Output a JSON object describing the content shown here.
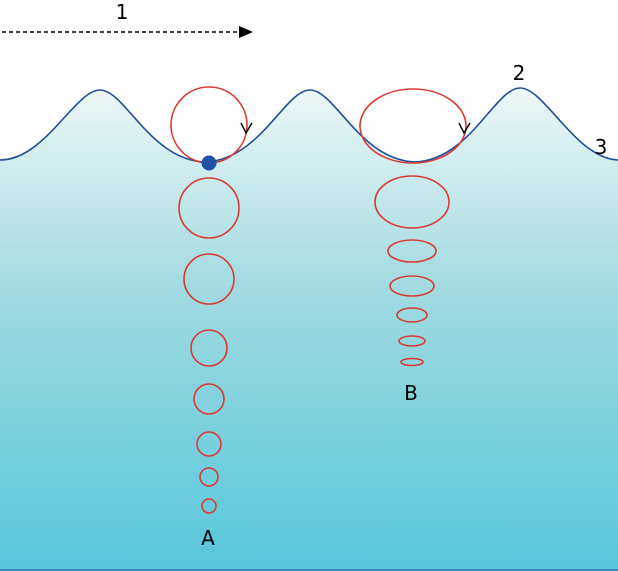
{
  "labels": {
    "propagation": "1",
    "crest": "2",
    "surface": "3",
    "deep_water": "A",
    "shallow_water": "B"
  },
  "colors": {
    "water_top": "#eef8f8",
    "water_mid": "#a4dbe0",
    "water_bottom": "#56c6dc",
    "wave_line": "#1f4e9a",
    "orbit": "#d93a32",
    "particle": "#1f4fa6",
    "arrow": "#000000"
  }
}
